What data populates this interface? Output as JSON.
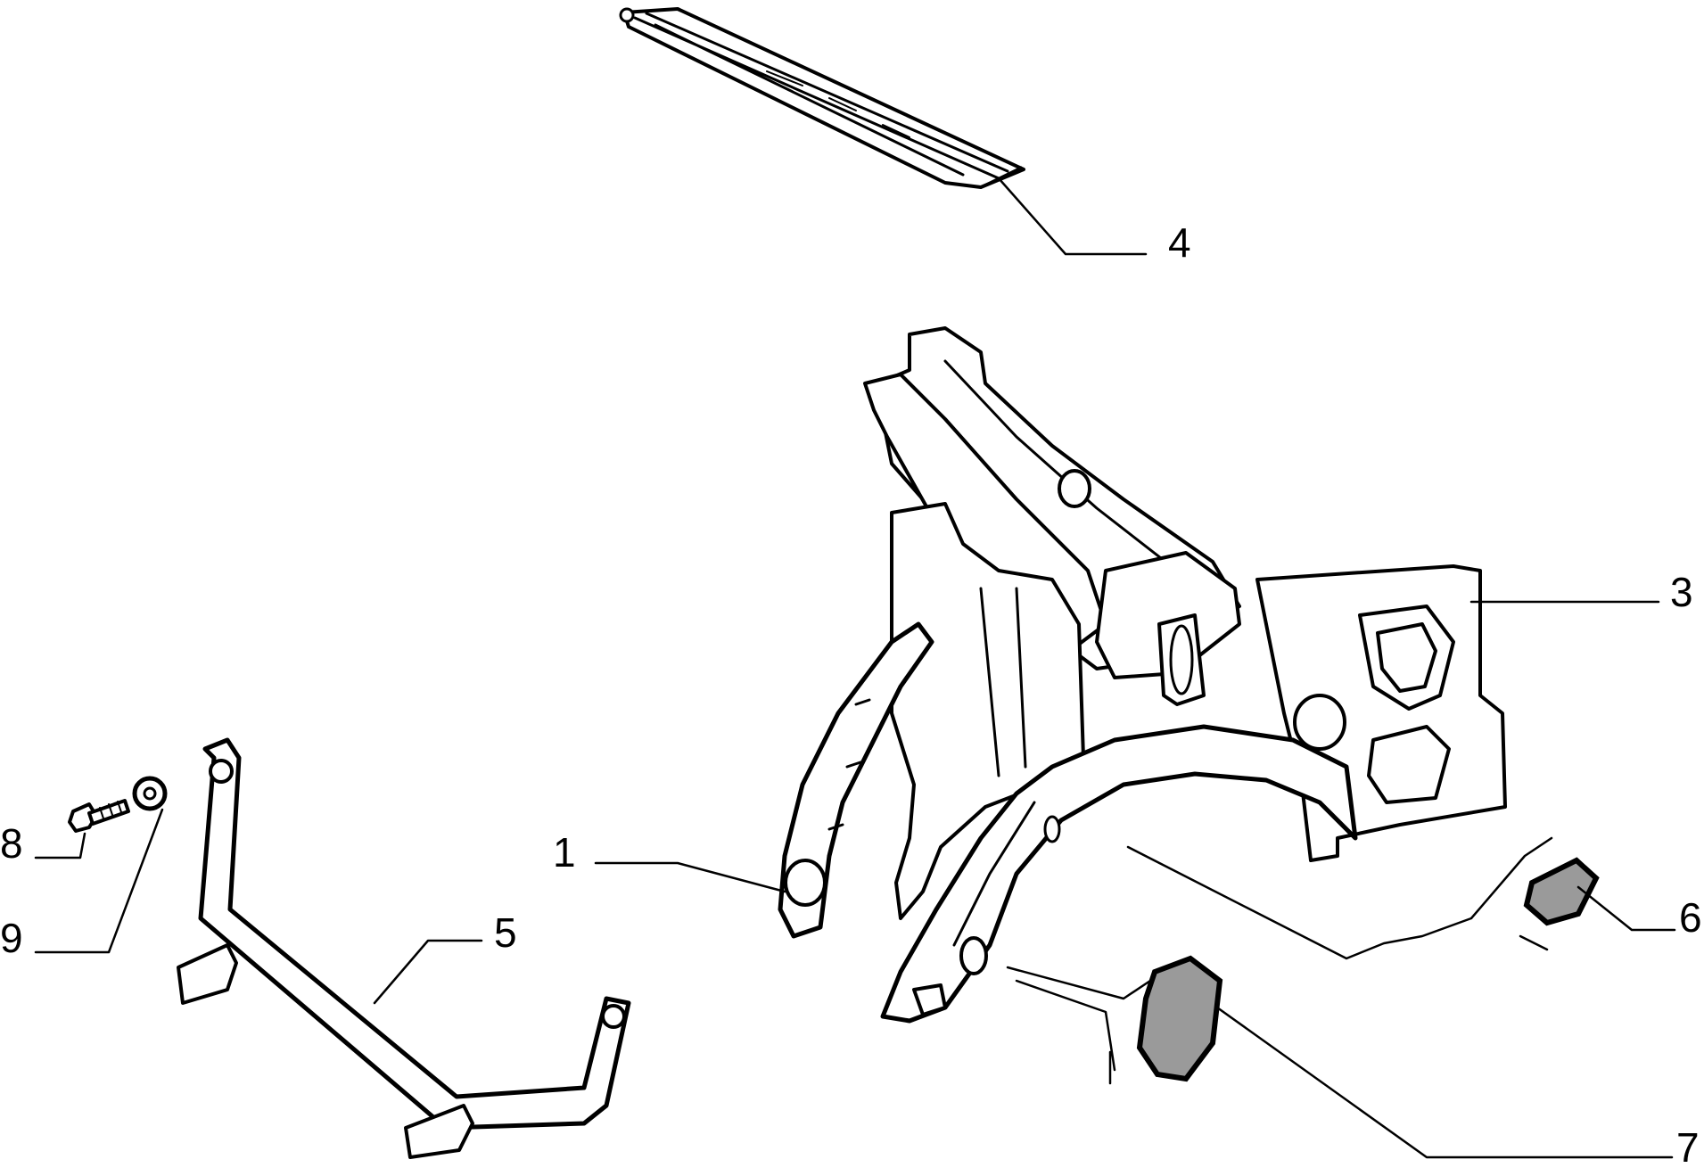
{
  "diagram": {
    "callouts": [
      {
        "id": "1",
        "label": "1"
      },
      {
        "id": "3",
        "label": "3"
      },
      {
        "id": "4",
        "label": "4"
      },
      {
        "id": "5",
        "label": "5"
      },
      {
        "id": "6",
        "label": "6"
      },
      {
        "id": "7",
        "label": "7"
      },
      {
        "id": "8",
        "label": "8"
      },
      {
        "id": "9",
        "label": "9"
      }
    ]
  },
  "colors": {
    "ink": "#000000",
    "background": "#ffffff",
    "seal_fill": "#9a9a9a"
  }
}
